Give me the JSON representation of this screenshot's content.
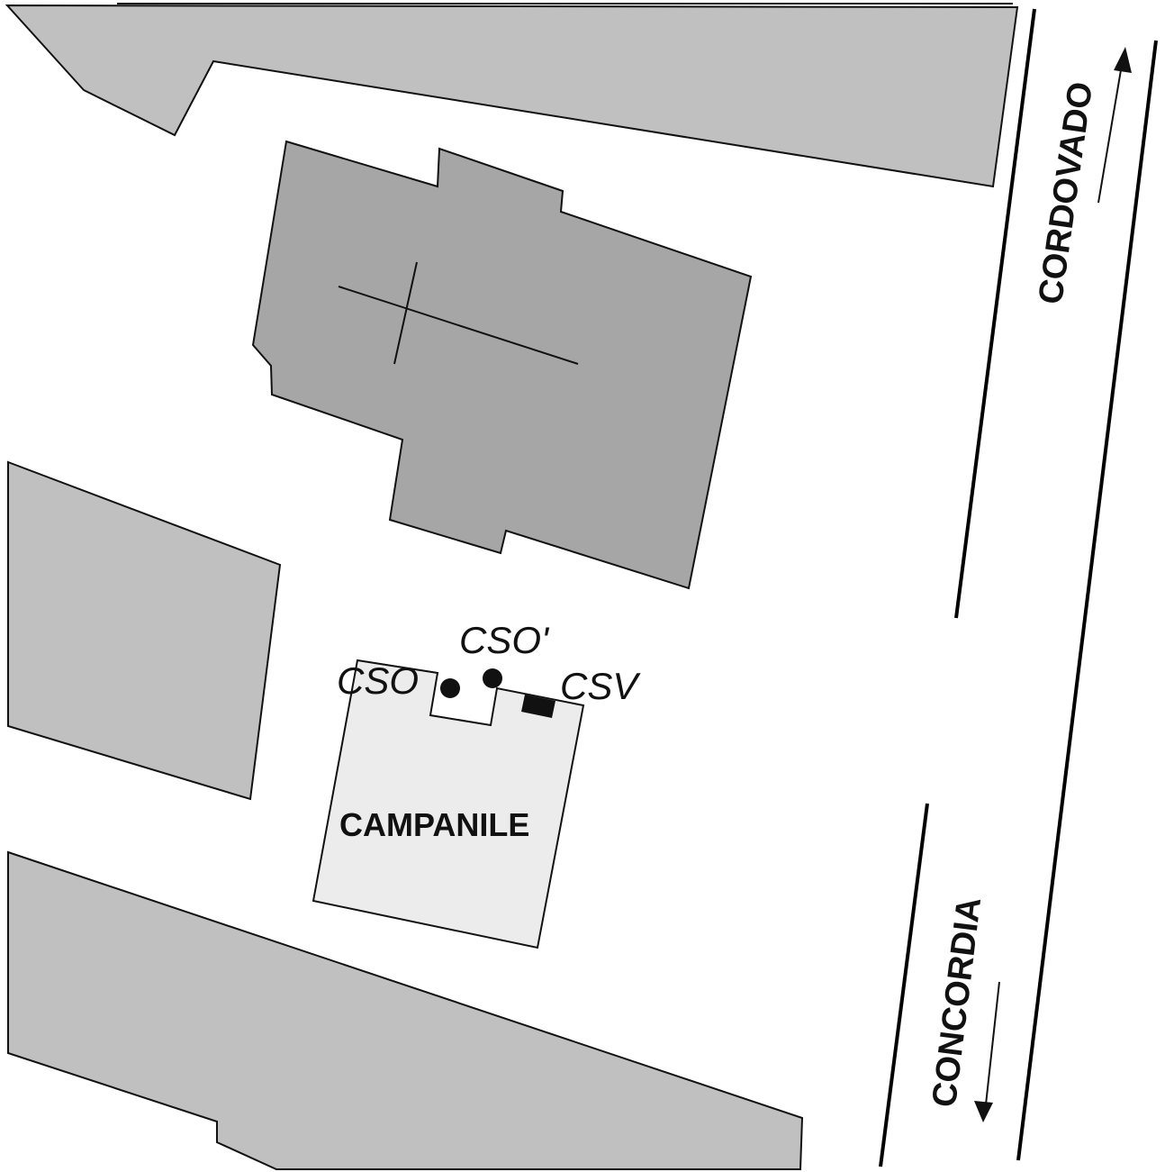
{
  "colors": {
    "background": "#ffffff",
    "building_light": "#c0c0c0",
    "church": "#a6a6a6",
    "campanile": "#ececec",
    "outline": "#111111",
    "marker": "#111111"
  },
  "labels": {
    "campanile": "CAMPANILE",
    "cso": "CSO",
    "cso_prime": "CSO'",
    "csv": "CSV",
    "road_north": "CORDOVADO",
    "road_south": "CONCORDIA"
  },
  "icons": {
    "church_cross": "cross-icon",
    "arrow_north": "arrow-up-icon",
    "arrow_south": "arrow-down-icon"
  }
}
